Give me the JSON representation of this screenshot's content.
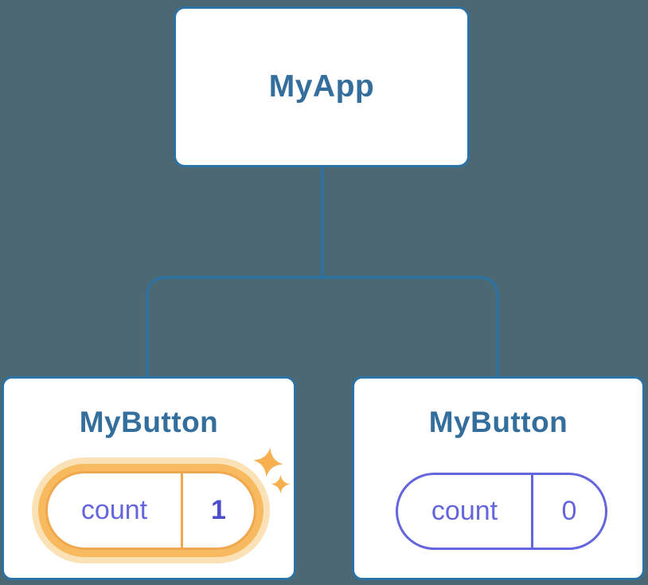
{
  "diagram": {
    "type": "react-component-tree",
    "root": {
      "label": "MyApp"
    },
    "children": [
      {
        "label": "MyButton",
        "state": {
          "key": "count",
          "value": "1"
        },
        "highlighted": true
      },
      {
        "label": "MyButton",
        "state": {
          "key": "count",
          "value": "0"
        },
        "highlighted": false
      }
    ],
    "icons": {
      "sparkle": "✦"
    },
    "colors": {
      "background": "#4c6873",
      "node_background": "#ffffff",
      "node_border_blue": "#2e72a3",
      "node_title_blue": "#336e9c",
      "connector_blue": "#2e72a3",
      "state_purple": "#6565dd",
      "state_value_purple": "#4c4ccd",
      "highlight_orange": "#f8ba5e",
      "highlight_border_orange": "#f0a84e",
      "highlight_halo": "#fbe2b6",
      "sparkle_orange": "#f7b050"
    }
  }
}
